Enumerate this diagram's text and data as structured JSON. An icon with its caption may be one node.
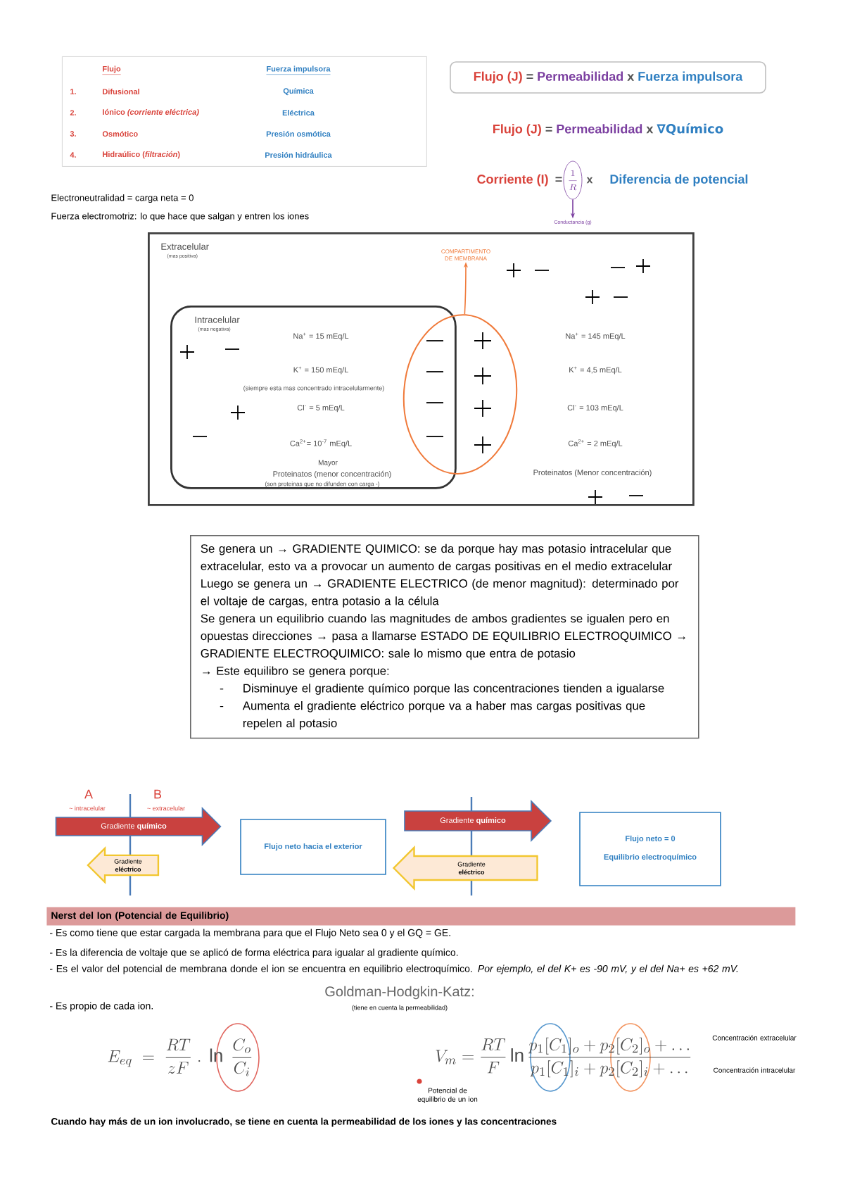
{
  "diagram": {
    "nodes": [
      {
        "text": [
          "Flujo",
          "Fuerza impulsora",
          "1.",
          "Difusional",
          "Química",
          "2.",
          "Iónico *(corriente eléctrica)*",
          "Eléctrica",
          "3.",
          "Osmótico",
          "Presión osmótica",
          "4.",
          "Hidraúlico (*filtración*)",
          "Presión hidráulica"
        ]
      },
      {
        "text": [
          "Flujo (J)",
          "=",
          "Permeabilidad",
          "x",
          "Fuerza impulsora"
        ]
      },
      {
        "text": [
          "\\frac{1}{R}"
        ]
      },
      {
        "text": [
          "Conductancia (g)"
        ]
      },
      {
        "text": [
          "Extracelular",
          "(mas positiva)",
          "Na$^{+}$ = 145 mEq/L",
          "K$^{+}$ = 4,5 mEq/L",
          "Cl$^{-}$ = 103 mEq/L",
          "Ca$^{2+}$ = 2 mEq/L",
          "Proteinatos (Menor concentración)"
        ]
      },
      {
        "text": [
          "Intracelular",
          "(mas negativa)",
          "Na$^{+}$ = 15 mEq/L",
          "K$^{+}$ = 150 mEq/L",
          "(siempre esta mas concentrado intracelularmente)",
          "Cl$^{-}$ = 5 mEq/L",
          "Ca$^{2+}$= 10$^{-7}$ mEq/L",
          "Mayor",
          "Proteinatos (menor concentración)",
          "(son proteinas que no difunden con carga -)"
        ],
        "in": 4
      },
      {
        "text": [],
        "shape": "ellipse",
        "in": 4
      },
      {
        "text": [
          "COMPARTIMENTO DE MEMBRANA"
        ],
        "in": 4
      },
      {
        "text": [
          "Se genera un → GRADIENTE QUIMICO: se da porque hay mas potasio intracelular que extracelular, esto va a provocar un aumento de cargas positivas en el medio extracelular",
          "Luego se genera un → GRADIENTE ELECTRICO (de menor magnitud): determinado por el voltaje de cargas, entra potasio a la célula",
          "Se genera un equilibrio cuando las magnitudes de ambos gradientes se igualen pero en opuestas direcciones → pasa a llamarse ESTADO DE EQUILIBRIO ELECTROQUIMICO → GRADIENTE ELECTROQUIMICO: sale lo mismo que entra de potasio",
          "→ Este equilibro se genera porque:",
          "Disminuye el gradiente químico porque las concentraciones tienden a igualarse",
          "Aumenta el gradiente eléctrico porque va a haber mas cargas positivas que repelen al potasio"
        ]
      },
      {
        "text": [
          "Gradiente **químico**"
        ]
      },
      {
        "text": [
          "Gradiente **eléctrico**"
        ]
      },
      {
        "text": [
          "Flujo neto hacia el exterior"
        ]
      },
      {
        "text": [
          "Gradiente **químico**"
        ]
      },
      {
        "text": [
          "Gradiente **eléctrico**"
        ]
      },
      {
        "text": [
          "Flujo neto = 0",
          "Equilibrio electroquímico"
        ]
      },
      {
        "text": [
          "Nerst del Ion (Potencial de Equilibrio)"
        ]
      }
    ],
    "edges": [
      {
        "from": 2,
        "to": 3,
        "arrow": "to",
        "color": "#7b3fa0"
      },
      {
        "from": 6,
        "to": 7,
        "arrow": "to",
        "color": "#f07a3a"
      }
    ],
    "labels": [
      "Flujo (J)",
      "=",
      "Permeabilidad",
      "x",
      "∇Químico",
      "Corriente (I)",
      "=",
      "x",
      "Diferencia de potencial",
      "Electroneutralidad = carga neta = 0",
      "Fuerza electromotriz: lo que hace que salgan y entren los iones",
      "A",
      "~ intracelular",
      "B",
      "~ extracelular",
      "- Es como tiene que estar cargada la membrana para que el Flujo Neto sea 0 y el GQ = GE.",
      "- Es la diferencia de voltaje que se aplicó de forma eléctrica para igualar al gradiente químico.",
      "- Es el valor del potencial de membrana donde el ion se encuentra en equilibrio electroquímico. *Por ejemplo, el del K+ es -90 mV, y el del Na+ es +62 mV.*",
      "- Es propio de cada ion.",
      "Goldman-Hodgkin-Katz:",
      "(tiene en cuenta la permeabilidad)",
      "E_{eq} \\;=\\; \\frac{RT}{zF}\\;.\\;\\ln\\;\\frac{C_o}{C_i}",
      "V_m = \\frac{RT}{F}\\ln\\frac{p_1[C_1]_o + p_2[C_2]_o + \\dots}{p_1[C_1]_i + p_2[C_2]_i + \\dots}",
      "Potencial de equilibrio de un ion",
      "Concentración extracelular",
      "Concentración intracelular",
      "Cuando hay más de un ion involucrado, se tiene en cuenta la permeabilidad de los iones y las concentraciones"
    ]
  }
}
